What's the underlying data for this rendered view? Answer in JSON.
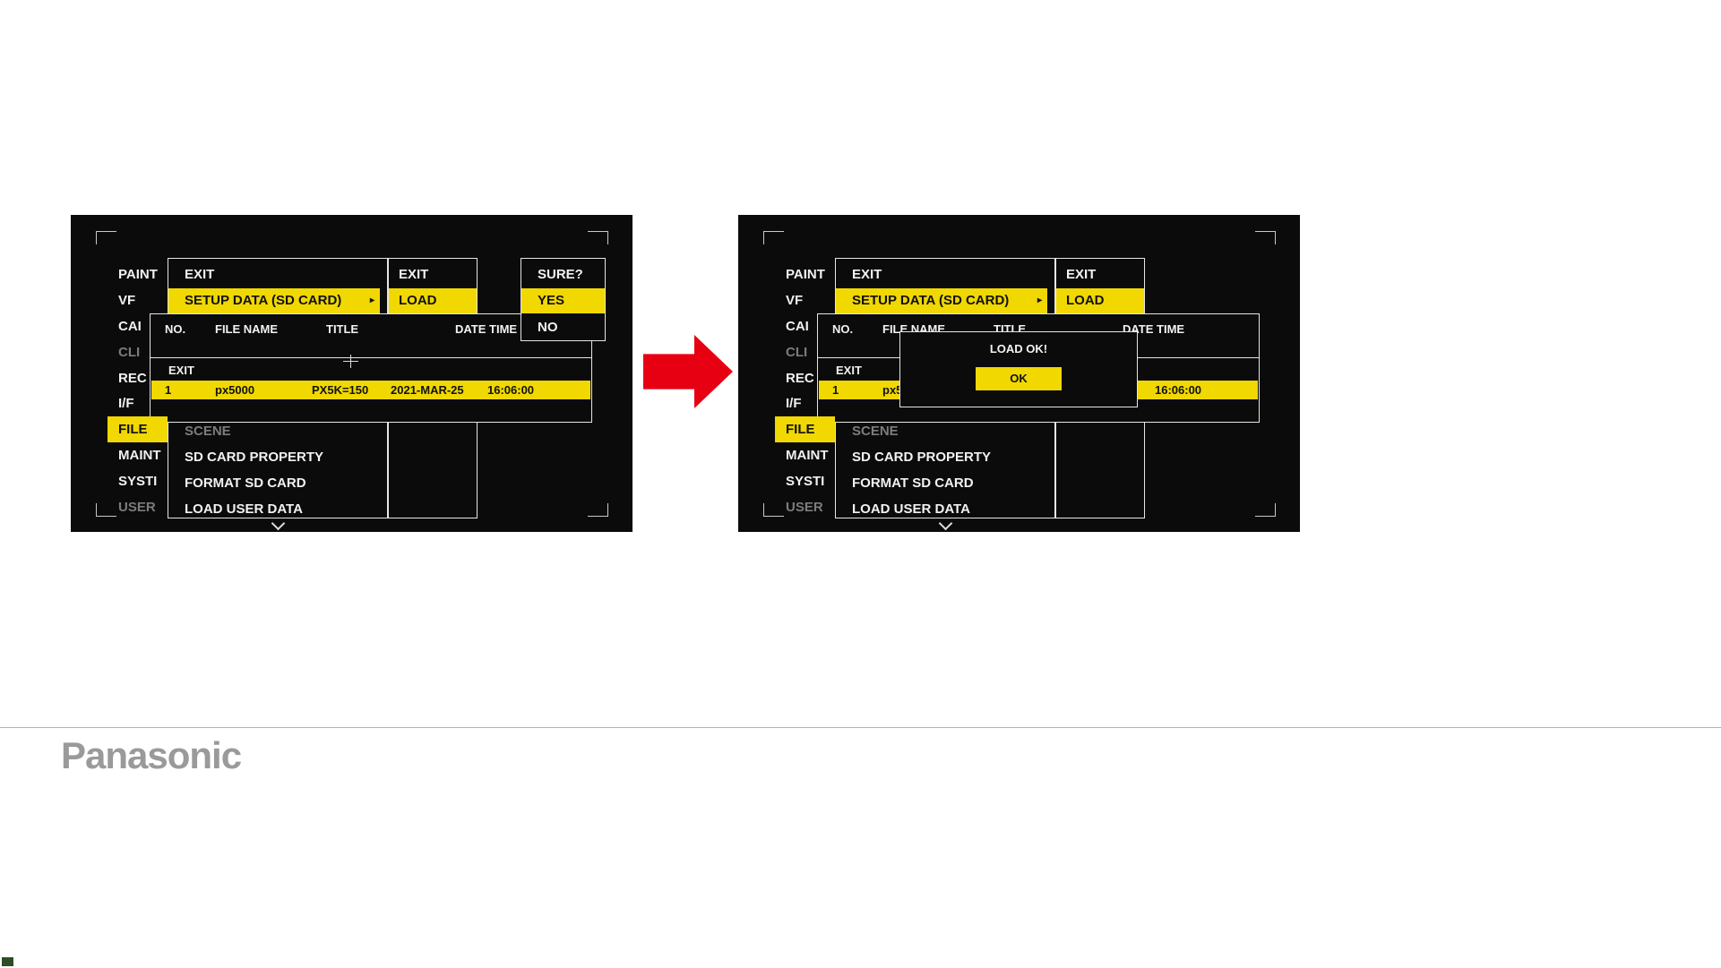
{
  "logo": {
    "brand": "Panasonic"
  },
  "colors": {
    "highlight": "#f0d800",
    "screen_bg": "#0b0b0b",
    "arrow_red": "#e60012",
    "dim_text": "#7c7c7c"
  },
  "sidebar": {
    "items": [
      {
        "label": "PAINT"
      },
      {
        "label": "VF"
      },
      {
        "label": "CAI"
      },
      {
        "label": "CLI"
      },
      {
        "label": "REC"
      },
      {
        "label": "I/F"
      },
      {
        "label": "FILE"
      },
      {
        "label": "MAINT"
      },
      {
        "label": "SYSTI"
      },
      {
        "label": "USER"
      }
    ]
  },
  "menu": {
    "exit_label": "EXIT",
    "selected_item": "SETUP DATA (SD CARD)",
    "submenu_arrow": "▸",
    "scene_item": "SCENE",
    "items_below": [
      {
        "label": "SD CARD PROPERTY"
      },
      {
        "label": "FORMAT SD CARD"
      },
      {
        "label": "LOAD USER DATA"
      }
    ]
  },
  "load_menu": {
    "exit_label": "EXIT",
    "selected_item": "LOAD"
  },
  "confirm_menu": {
    "title": "SURE?",
    "yes_label": "YES",
    "no_label": "NO"
  },
  "file_list": {
    "headers": {
      "no": "NO.",
      "file_name": "FILE NAME",
      "title": "TITLE",
      "date_time": "DATE TIME"
    },
    "exit_label": "EXIT",
    "row": {
      "no": "1",
      "file_name": "px5000",
      "title": "PX5K=150",
      "date": "2021-MAR-25",
      "time": "16:06:00"
    }
  },
  "load_ok_dialog": {
    "message": "LOAD OK!",
    "ok_label": "OK"
  }
}
